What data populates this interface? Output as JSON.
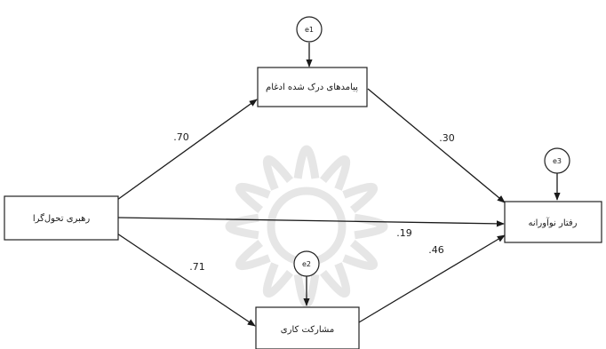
{
  "nodes": {
    "transformational_leadership": "رهبری تحول‌گرا",
    "organizational_justice": "پیامدهای درک شده ادغام",
    "job_commitment": "مشارکت کاری",
    "innovative_behavior": "رفتار نوآورانه"
  },
  "errors": {
    "e1": "e1",
    "e2": "e2",
    "e3": "e3"
  },
  "paths": {
    "leadership_to_top": ".70",
    "top_to_outcome": ".30",
    "leadership_to_outcome": ".19",
    "leadership_to_bottom": ".71",
    "bottom_to_outcome": ".46"
  },
  "colors": {
    "line": "#1a1a1a",
    "watermark": "#e4e4e4"
  }
}
